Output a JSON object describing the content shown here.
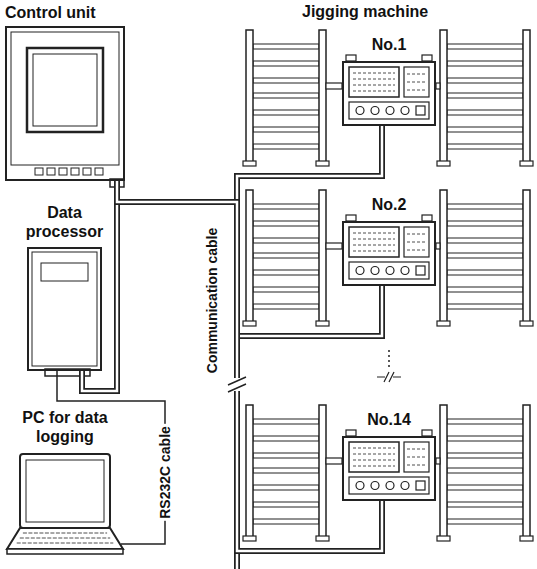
{
  "diagram": {
    "nodes": [
      {
        "text": [
          "Control unit"
        ]
      },
      {
        "text": [
          "Data processor"
        ]
      },
      {
        "text": [
          "PC for data logging"
        ]
      },
      {
        "text": [
          "No.1"
        ]
      },
      {
        "text": [
          "No.2"
        ]
      },
      {
        "text": [
          "No.14"
        ]
      }
    ],
    "edges": [
      {
        "from": 0,
        "to": 1,
        "arrow": "none"
      },
      {
        "from": 0,
        "to": 3,
        "arrow": "none"
      },
      {
        "from": 0,
        "to": 4,
        "arrow": "none"
      },
      {
        "from": 0,
        "to": 5,
        "arrow": "none"
      },
      {
        "from": 1,
        "to": 2,
        "arrow": "none",
        "label": "RS232C cable"
      }
    ],
    "labels": [
      "Jigging machine",
      "Communication cable"
    ]
  }
}
